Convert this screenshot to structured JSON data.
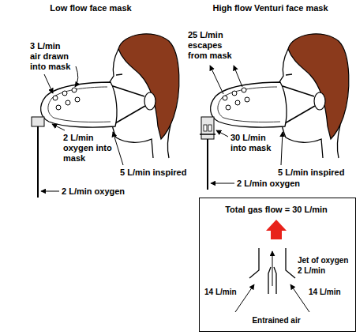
{
  "diagram": {
    "nodes": [
      {
        "text": [
          "Total gas flow = 30 L/min",
          "Jet of oxygen 2 L/min",
          "14 L/min",
          "14 L/min",
          "Entrained air"
        ]
      }
    ],
    "labels": [
      "Low flow face mask",
      "High flow Venturi face mask",
      "3 L/min air drawn into mask",
      "25 L/min escapes from mask",
      "2 L/min oxygen into mask",
      "30 L/min into mask",
      "5 L/min inspired",
      "5 L/min inspired",
      "2 L/min oxygen",
      "2 L/min oxygen"
    ]
  }
}
